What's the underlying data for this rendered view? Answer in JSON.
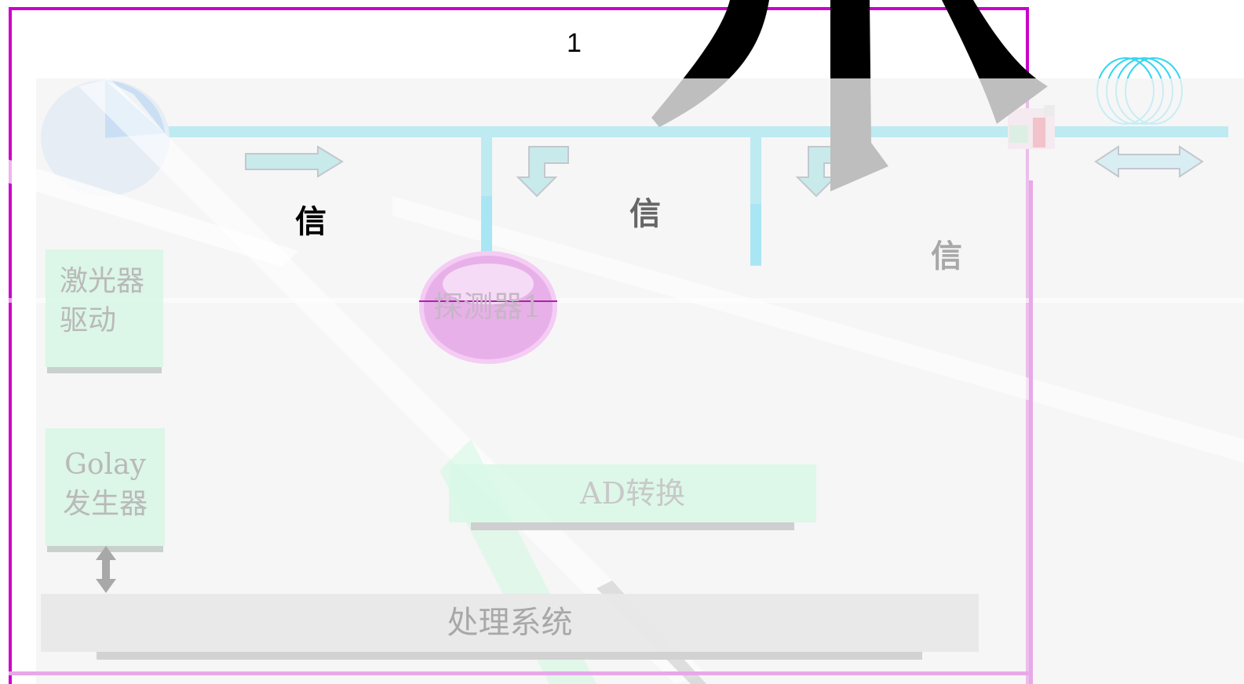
{
  "diagram": {
    "page_number": "1",
    "signal_labels": [
      "信",
      "信",
      "信"
    ],
    "laser_driver_label_line1": "激光器",
    "laser_driver_label_line2": "驱动",
    "golay_label_line1": "Golay",
    "golay_label_line2": "发生器",
    "detector_label": "探测器1",
    "ad_label": "AD转换",
    "processing_label": "处理系统",
    "colors": {
      "frame": "#cc00cc",
      "bus": "#00c8ee",
      "arrow_fill": "#33c6c6",
      "detector": "#e8b0e8",
      "laser_disc": "#b8d6f8"
    }
  }
}
